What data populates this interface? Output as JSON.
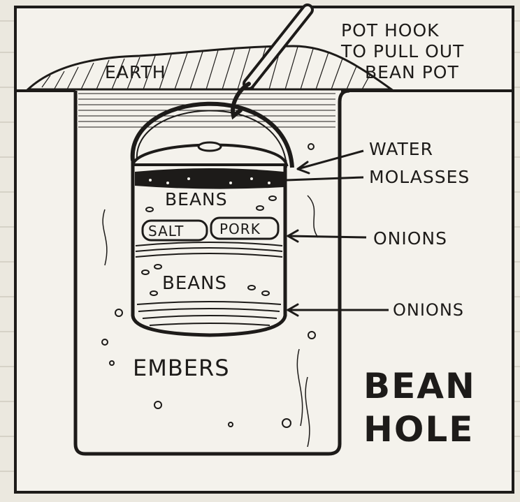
{
  "labels": {
    "pot_hook_line1": "POT HOOK",
    "pot_hook_line2": "TO PULL OUT",
    "pot_hook_line3": "BEAN POT",
    "earth": "EARTH",
    "water": "WATER",
    "molasses": "MOLASSES",
    "onions_top": "ONIONS",
    "onions_bottom": "ONIONS",
    "beans_top": "BEANS",
    "salt": "SALT",
    "pork": "PORK",
    "beans_bottom": "BEANS",
    "embers": "EMBERS"
  },
  "title": {
    "line1": "BEAN",
    "line2": "HOLE"
  },
  "colors": {
    "ink": "#1d1b19",
    "paper": "#ebe8df",
    "hole": "#f4f2ec"
  }
}
